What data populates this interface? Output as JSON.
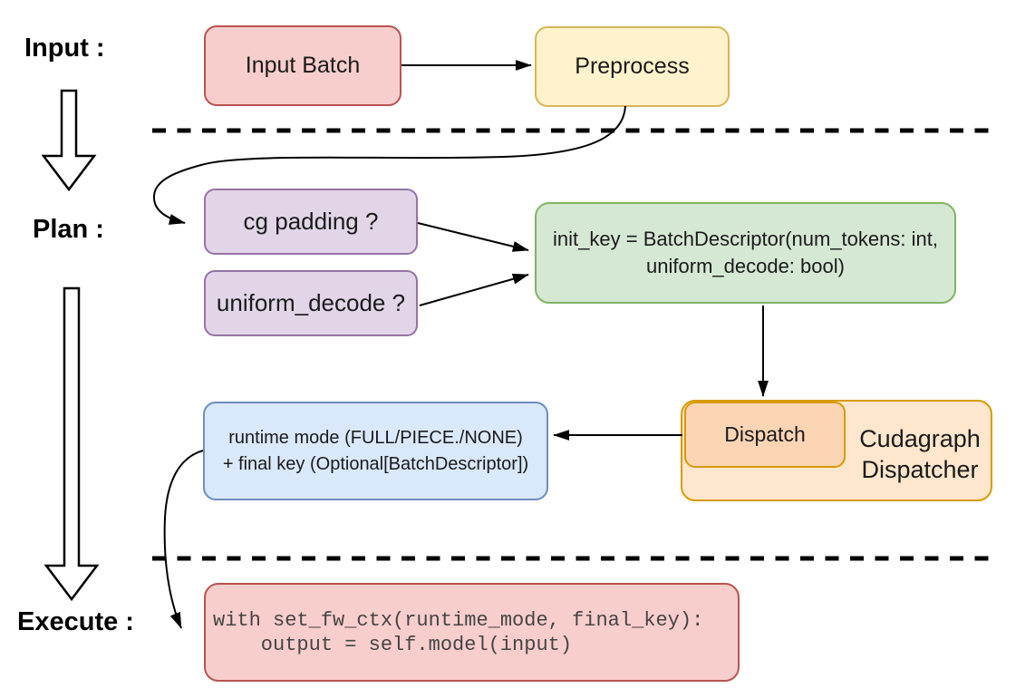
{
  "stages": {
    "input_label": "Input :",
    "plan_label": "Plan :",
    "execute_label": "Execute :"
  },
  "nodes": {
    "input_batch": {
      "label": "Input Batch"
    },
    "preprocess": {
      "label": "Preprocess"
    },
    "cg_padding": {
      "label": "cg padding ?"
    },
    "uniform_decode": {
      "label": "uniform_decode ?"
    },
    "init_key": {
      "line1": "init_key = BatchDescriptor(num_tokens: int,",
      "line2": "uniform_decode: bool)"
    },
    "dispatch": {
      "label": "Dispatch"
    },
    "cudagraph_dispatcher": {
      "line1": "Cudagraph",
      "line2": "Dispatcher"
    },
    "runtime_mode": {
      "line1": "runtime mode (FULL/PIECE./NONE)",
      "line2": "+ final key (Optional[BatchDescriptor])"
    },
    "execute_code": {
      "line1": "with set_fw_ctx(runtime_mode, final_key):",
      "line2": "    output = self.model(input)"
    }
  },
  "colors": {
    "red_fill": "#f8cecc",
    "red_stroke": "#b85450",
    "yellow_fill": "#fff2cc",
    "yellow_stroke": "#d6b656",
    "purple_fill": "#e1d5e7",
    "purple_stroke": "#9673a6",
    "green_fill": "#d5e8d4",
    "green_stroke": "#82b366",
    "orange_outer_fill": "#ffe6cc",
    "orange_inner_fill": "#fcd5b5",
    "orange_stroke": "#d79b00",
    "blue_fill": "#dae8fc",
    "blue_stroke": "#6c8ebf",
    "edge_color": "#000000",
    "code_text_color": "#444444"
  }
}
